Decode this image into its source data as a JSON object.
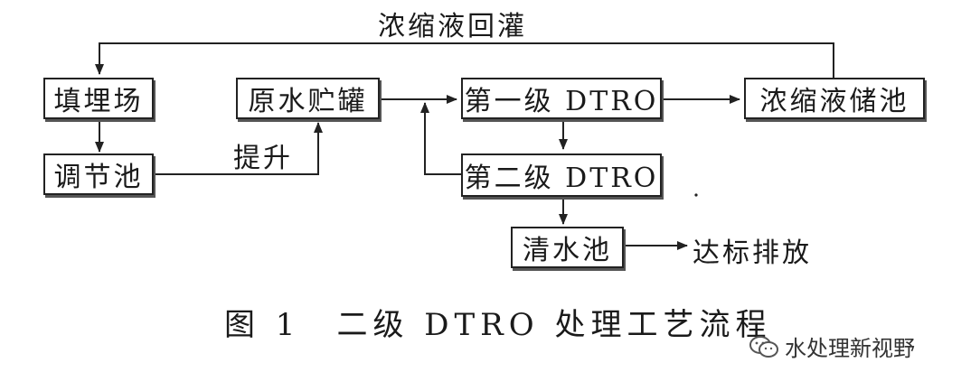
{
  "diagram": {
    "nodes": {
      "landfill": "填埋场",
      "raw_water_tank": "原水贮罐",
      "dtro_stage1": "第一级 DTRO",
      "concentrate_tank": "浓缩液储池",
      "regulating_tank": "调节池",
      "dtro_stage2": "第二级 DTRO",
      "clear_water_tank": "清水池"
    },
    "edge_labels": {
      "concentrate_recirculation": "浓缩液回灌",
      "lift": "提升",
      "discharge": "达标排放"
    },
    "edges": [
      {
        "from": "landfill",
        "to": "regulating_tank"
      },
      {
        "from": "regulating_tank",
        "to": "raw_water_tank",
        "label": "lift"
      },
      {
        "from": "raw_water_tank",
        "to": "dtro_stage1"
      },
      {
        "from": "dtro_stage1",
        "to": "concentrate_tank"
      },
      {
        "from": "concentrate_tank",
        "to": "landfill",
        "label": "concentrate_recirculation"
      },
      {
        "from": "dtro_stage1",
        "to": "dtro_stage2"
      },
      {
        "from": "dtro_stage2",
        "to": "dtro_stage1"
      },
      {
        "from": "dtro_stage2",
        "to": "clear_water_tank"
      },
      {
        "from": "clear_water_tank",
        "to": "discharge"
      }
    ]
  },
  "caption": "图 1　二级 DTRO 处理工艺流程",
  "watermark": {
    "icon": "wechat-icon",
    "text": "水处理新视野"
  }
}
